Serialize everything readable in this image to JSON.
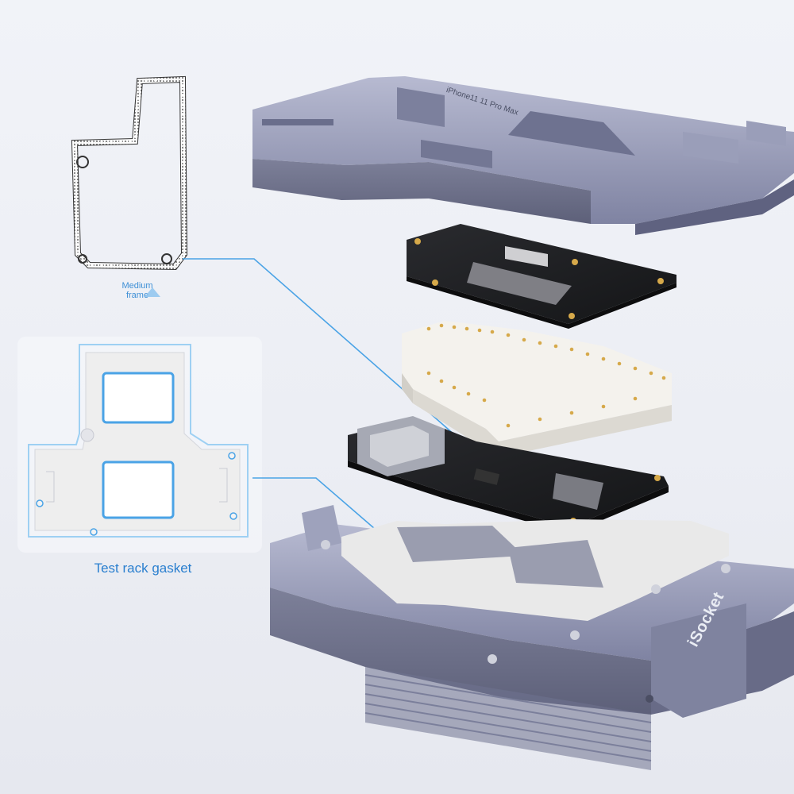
{
  "labels": {
    "medium_frame": "Medium frame",
    "test_rack_gasket": "Test rack gasket"
  },
  "product": {
    "brand": "iSocket",
    "model": "iPhone11 11 Pro Max"
  },
  "colors": {
    "callout_line": "#4aa3e6",
    "label_text": "#2a7fcf",
    "aluminum": "#8f93b0",
    "aluminum_dark": "#6a6e8c",
    "pcb": "#1c1d20",
    "interposer": "#f3f1ec",
    "gold_pins": "#d6a94a",
    "gasket": "#e8e8e8"
  }
}
